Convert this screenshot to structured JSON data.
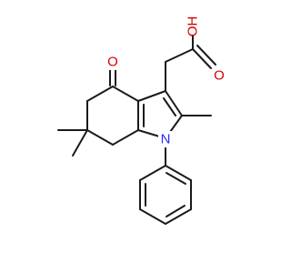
{
  "molecule": {
    "atom_labels": {
      "carbonyl_oxygen": "O",
      "hydroxyl_group": "OH",
      "acid_carbonyl_oxygen": "O",
      "ring_nitrogen": "N"
    },
    "colors": {
      "oxygen": "#d40000",
      "nitrogen": "#2a2aff",
      "bond": "#1a1a1a"
    }
  }
}
